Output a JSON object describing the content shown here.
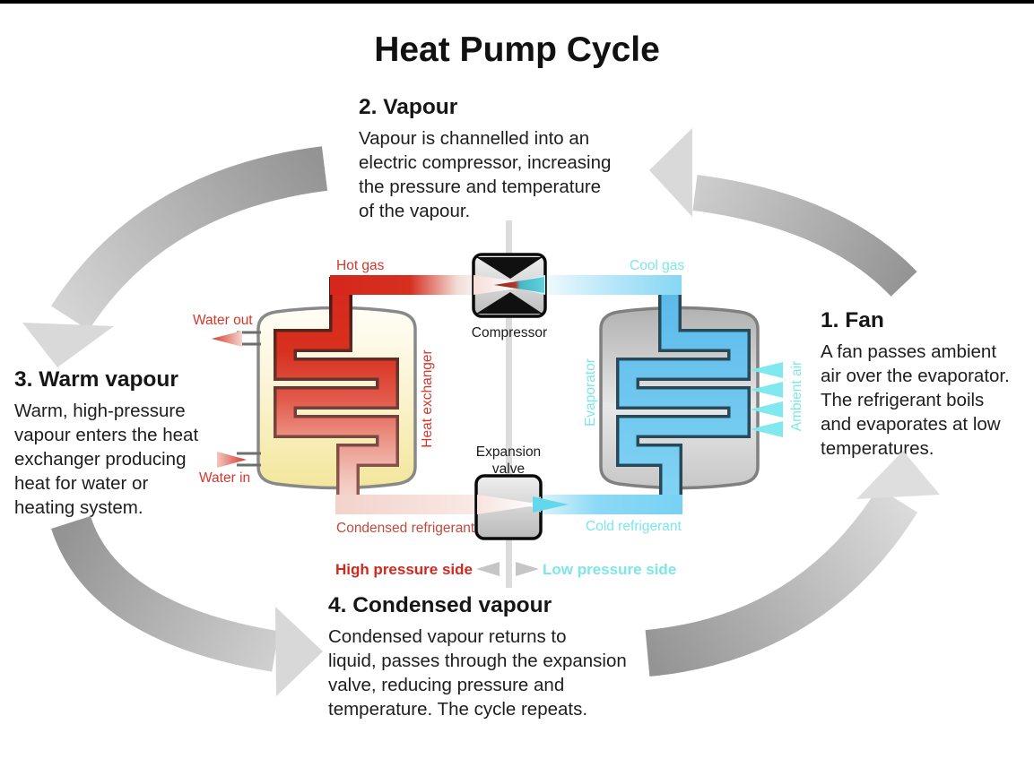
{
  "page": {
    "title": "Heat Pump Cycle"
  },
  "steps": {
    "step1": {
      "heading": "1. Fan",
      "lines": [
        "A fan passes ambient",
        "air over the evaporator.",
        "The refrigerant boils",
        "and evaporates at low",
        "temperatures."
      ]
    },
    "step2": {
      "heading": "2. Vapour",
      "lines": [
        "Vapour is channelled into an",
        "electric compressor, increasing",
        "the pressure and temperature",
        "of the vapour."
      ]
    },
    "step3": {
      "heading": "3. Warm vapour",
      "lines": [
        "Warm, high-pressure",
        "vapour enters the heat",
        "exchanger producing",
        "heat for water or",
        "heating system."
      ]
    },
    "step4": {
      "heading": "4. Condensed vapour",
      "lines": [
        "Condensed vapour returns to",
        "liquid, passes through the expansion",
        "valve, reducing pressure and",
        "temperature. The cycle repeats."
      ]
    }
  },
  "diagram": {
    "labels": {
      "hot_gas": "Hot gas",
      "cool_gas": "Cool gas",
      "compressor": "Compressor",
      "expansion_valve": [
        "Expansion",
        "valve"
      ],
      "water_out": "Water out",
      "water_in": "Water in",
      "heat_exchanger": "Heat exchanger",
      "evaporator": "Evaporator",
      "ambient_air": "Ambient air",
      "condensed_refrigerant": "Condensed refrigerant",
      "cold_refrigerant": "Cold refrigerant",
      "high_pressure_side": "High pressure side",
      "low_pressure_side": "Low pressure side"
    },
    "colors": {
      "red_text": "#d5372c",
      "dark_red_text": "#c2493c",
      "high_pressure_red": "#d2281e",
      "cyan_text": "#7ce6e9",
      "black_text": "#1c1c1c",
      "hot_pipe": "#d5271b",
      "cold_pipe": "#7fd4f3",
      "pale_pink_pipe": "#f6ded8",
      "arrow_gray": "#a9a9a9"
    }
  }
}
